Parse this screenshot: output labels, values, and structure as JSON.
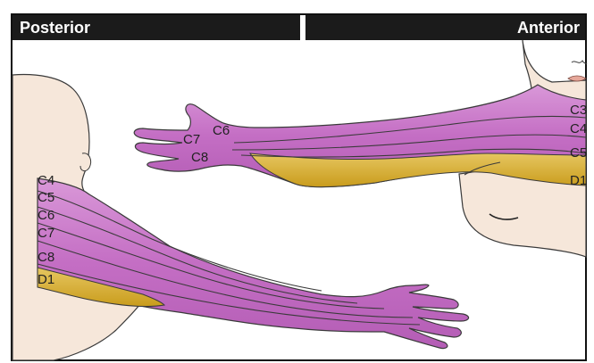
{
  "header": {
    "left_title": "Posterior",
    "right_title": "Anterior"
  },
  "colors": {
    "dermatome_purple": "#c46ec4",
    "dermatome_purple_light": "#d998d8",
    "dermatome_gold": "#d4ad2a",
    "skin": "#f6e7da",
    "outline": "#3a3a3a"
  },
  "anterior_labels": [
    "C3",
    "C4",
    "C5",
    "D1"
  ],
  "hand_labels": [
    "C6",
    "C7",
    "C8"
  ],
  "posterior_labels": [
    "C4",
    "C5",
    "C6",
    "C7",
    "C8",
    "D1"
  ]
}
